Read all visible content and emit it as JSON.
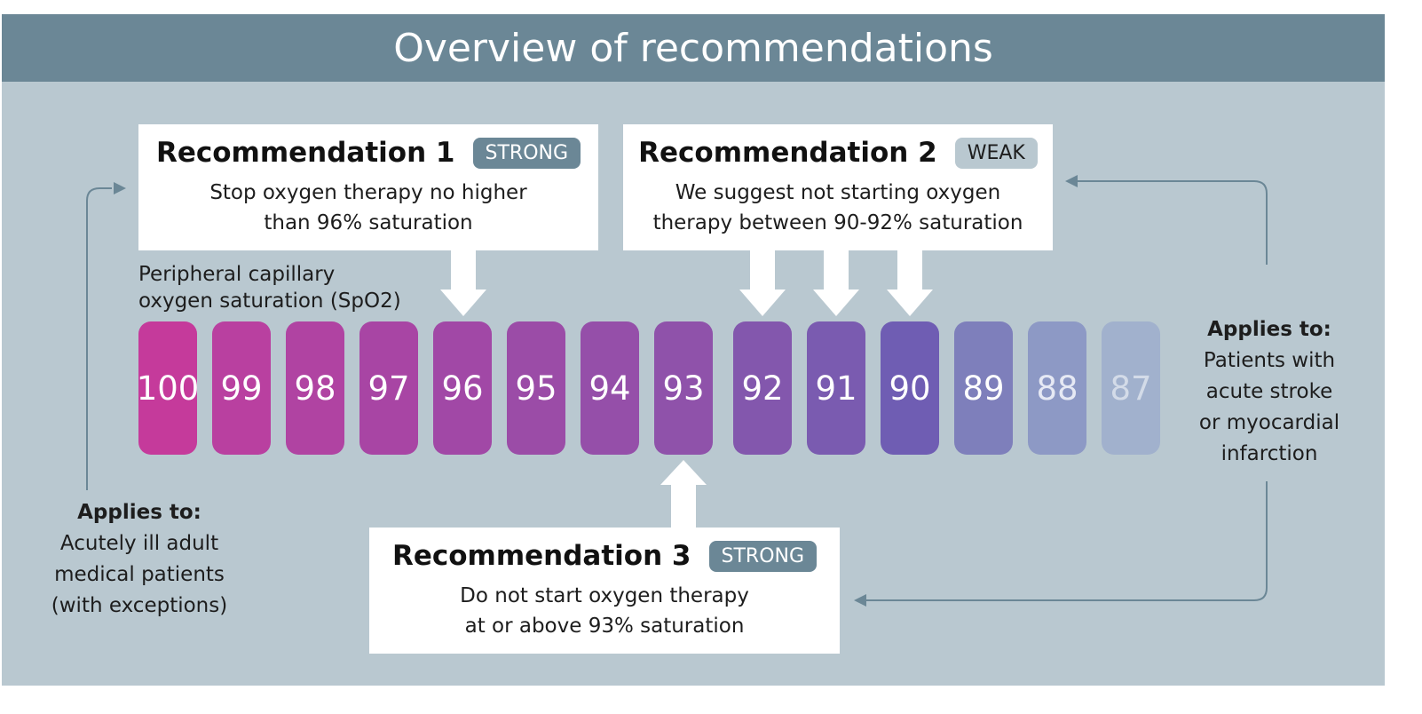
{
  "header": {
    "title": "Overview of recommendations"
  },
  "recommendations": [
    {
      "title": "Recommendation 1",
      "strength": "STRONG",
      "text": "Stop oxygen therapy no higher\nthan 96% saturation"
    },
    {
      "title": "Recommendation 2",
      "strength": "WEAK",
      "text": "We suggest not starting oxygen\ntherapy between 90-92% saturation"
    },
    {
      "title": "Recommendation 3",
      "strength": "STRONG",
      "text": "Do not start oxygen therapy\nat or above 93% saturation"
    }
  ],
  "scale": {
    "label": "Peripheral capillary\noxygen saturation (SpO2)",
    "values": [
      "100",
      "99",
      "98",
      "97",
      "96",
      "95",
      "94",
      "93",
      "92",
      "91",
      "90",
      "89",
      "88",
      "87"
    ],
    "colors": [
      "#c53a9b",
      "#b940a0",
      "#b043a2",
      "#a845a4",
      "#a148a6",
      "#9b4ca7",
      "#954fa9",
      "#8f52aa",
      "#8357ad",
      "#7a5bb0",
      "#6f5db3",
      "#7e7fbb",
      "#8d99c5",
      "#a1b1cd"
    ],
    "number_colors": [
      "#ffffff",
      "#ffffff",
      "#ffffff",
      "#ffffff",
      "#ffffff",
      "#ffffff",
      "#ffffff",
      "#ffffff",
      "#ffffff",
      "#ffffff",
      "#ffffff",
      "#ffffff",
      "#e6e9f4",
      "#d3dbe8"
    ]
  },
  "applies_left": {
    "heading": "Applies to:",
    "text": "Acutely ill adult\nmedical patients\n(with exceptions)"
  },
  "applies_right": {
    "heading": "Applies to:",
    "text": "Patients with\nacute stroke\nor myocardial\ninfarction"
  },
  "colors": {
    "header": "#6b8796",
    "panel": "#b9c8d0",
    "badge_strong": "#6b8796",
    "badge_weak": "#b9c8d0",
    "connector": "#6b8796"
  }
}
